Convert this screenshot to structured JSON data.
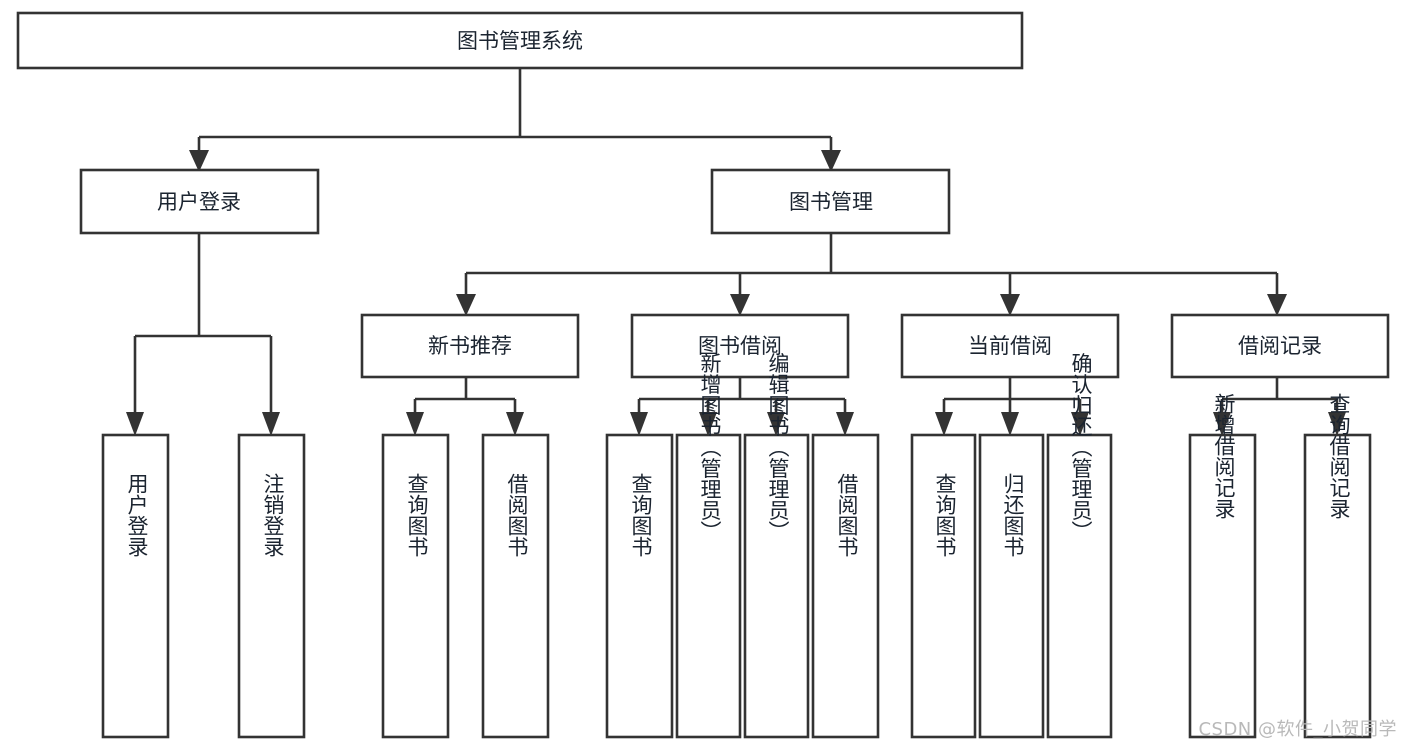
{
  "diagram": {
    "title": "图书管理系统",
    "type": "hierarchy-tree",
    "watermark": "CSDN @软件_小贺同学",
    "colors": {
      "box_stroke": "#333333",
      "box_fill": "#ffffff",
      "text": "#1b2430",
      "background": "#ffffff",
      "watermark": "#b9b9b9"
    },
    "root": {
      "label": "图书管理系统"
    },
    "level2": [
      {
        "label": "用户登录"
      },
      {
        "label": "图书管理"
      }
    ],
    "level3": [
      {
        "label": "新书推荐"
      },
      {
        "label": "图书借阅"
      },
      {
        "label": "当前借阅"
      },
      {
        "label": "借阅记录"
      }
    ],
    "leaves": {
      "user_login": [
        {
          "label": "用户登录"
        },
        {
          "label": "注销登录"
        }
      ],
      "new_book_recommend": [
        {
          "label": "查询图书"
        },
        {
          "label": "借阅图书"
        }
      ],
      "book_borrow": [
        {
          "label": "查询图书"
        },
        {
          "label": "新增图书（管理员）"
        },
        {
          "label": "编辑图书（管理员）"
        },
        {
          "label": "借阅图书"
        }
      ],
      "current_borrow": [
        {
          "label": "查询图书"
        },
        {
          "label": "归还图书"
        },
        {
          "label": "确认归还（管理员）"
        }
      ],
      "borrow_record": [
        {
          "label": "新增借阅记录"
        },
        {
          "label": "查询借阅记录"
        }
      ]
    }
  }
}
